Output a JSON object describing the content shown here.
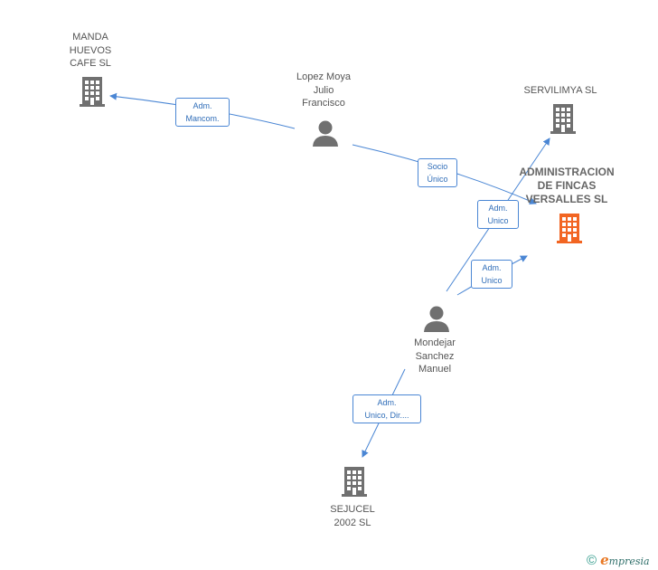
{
  "nodes": {
    "manda": {
      "line1": "MANDA",
      "line2": "HUEVOS",
      "line3": "CAFE SL",
      "icon": "building-icon"
    },
    "lopez": {
      "line1": "Lopez Moya",
      "line2": "Julio",
      "line3": "Francisco",
      "icon": "person-icon"
    },
    "servilimya": {
      "line1": "SERVILIMYA  SL",
      "icon": "building-icon"
    },
    "admin": {
      "line1": "ADMINISTRACION",
      "line2": "DE FINCAS",
      "line3": "VERSALLES SL",
      "icon": "building-icon"
    },
    "mondejar": {
      "line1": "Mondejar",
      "line2": "Sanchez",
      "line3": "Manuel",
      "icon": "person-icon"
    },
    "sejucel": {
      "line1": "SEJUCEL",
      "line2": "2002 SL",
      "icon": "building-icon"
    }
  },
  "edges": {
    "e1": {
      "line1": "Adm.",
      "line2": "Mancom."
    },
    "e2": {
      "line1": "Socio",
      "line2": "Único"
    },
    "e3": {
      "line1": "Adm.",
      "line2": "Unico"
    },
    "e4": {
      "line1": "Adm.",
      "line2": "Unico"
    },
    "e5": {
      "line1": "Adm.",
      "line2": "Unico, Dir...."
    }
  },
  "colors": {
    "edge": "#4a86d4",
    "icon": "#707070",
    "focus_icon": "#f26522"
  },
  "footer": {
    "copyright": "©",
    "brand_initial": "e",
    "brand_rest": "mpresia"
  }
}
